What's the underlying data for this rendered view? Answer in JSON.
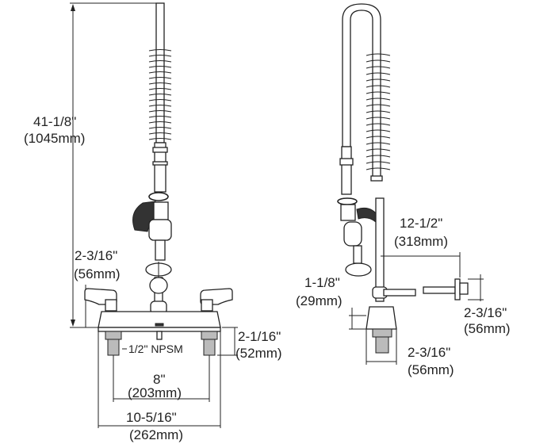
{
  "front_view": {
    "height": {
      "imperial": "41-1/8\"",
      "metric": "(1045mm)"
    },
    "handle_height": {
      "imperial": "2-3/16\"",
      "metric": "(56mm)"
    },
    "base_height": {
      "imperial": "2-1/16\"",
      "metric": "(52mm)"
    },
    "inlet_spacing": {
      "imperial": "8\"",
      "metric": "(203mm)"
    },
    "overall_width": {
      "imperial": "10-5/16\"",
      "metric": "(262mm)"
    },
    "inlet_label": "1/2\" NPSM"
  },
  "side_view": {
    "reach": {
      "imperial": "12-1/2\"",
      "metric": "(318mm)"
    },
    "spout_offset": {
      "imperial": "1-1/8\"",
      "metric": "(29mm)"
    },
    "spout_drop": {
      "imperial": "2-3/16\"",
      "metric": "(56mm)"
    },
    "base_depth": {
      "imperial": "2-3/16\"",
      "metric": "(56mm)"
    }
  }
}
